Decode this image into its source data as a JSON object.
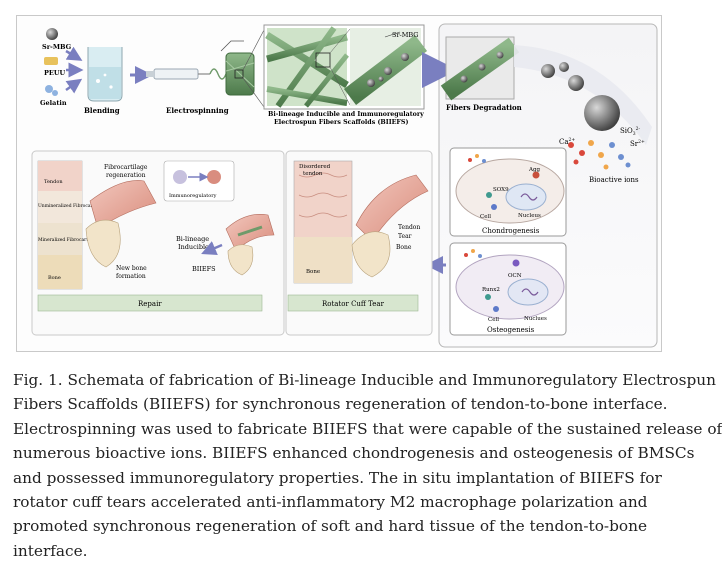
{
  "figure": {
    "inputs": [
      "Sr-MBG",
      "PEUU",
      "Gelatin"
    ],
    "steps": {
      "blending": "Blending",
      "electrospinning": "Electrospinning",
      "scaffold_line1": "Bi-lineage Inducible and Immunoregulatory",
      "scaffold_line2": "Electrospun Fibers Scaffolds (BIIEFS)",
      "inset_label": "Sr-MBG",
      "degradation": "Fibers Degradation"
    },
    "ions": {
      "ca": "Ca",
      "ca_sup": "2+",
      "sio": "SiO",
      "sio_sub": "3",
      "sio_sup": "2-",
      "sr": "Sr",
      "sr_sup": "2+",
      "label": "Bioactive ions"
    },
    "chondro": {
      "agg": "Agg",
      "sox9": "SOX9",
      "cell": "Cell",
      "nucleus": "Nucleus",
      "title": "Chondrogenesis"
    },
    "osteo": {
      "ocn": "OCN",
      "runx2": "Runx2",
      "cell": "Cell",
      "nucleus": "Nuclues",
      "title": "Osteogenesis"
    },
    "repair": {
      "layers": [
        "Tendon",
        "Unmineralized Fibrocartilage",
        "Mineralized Fibrocartilage",
        "Bone"
      ],
      "fibro_line1": "Fibrocartilage",
      "fibro_line2": "regeneration",
      "immuno": "Immunoregulatory",
      "bilineage_line1": "Bi-lineage",
      "bilineage_line2": "Inducible",
      "newbone_line1": "New bone",
      "newbone_line2": "formation",
      "biiefs": "BIIEFS",
      "title": "Repair"
    },
    "injury": {
      "disordered_line1": "Disordered",
      "disordered_line2": "tendon",
      "bone": "Bone",
      "tendon": "Tendon",
      "tear": "Tear",
      "bone2": "Bone",
      "title": "Rotator Cuff Tear"
    }
  },
  "caption": [
    "Fig. 1. Schemata of fabrication of Bi-lineage Inducible and Immunoregulatory Electrospun",
    "Fibers Scaffolds (BIIEFS) for synchronous regeneration of tendon-to-bone interface.",
    "Electrospinning was used to fabricate BIIEFS that were capable of the sustained release of",
    "numerous bioactive ions. BIIEFS enhanced chondrogenesis and osteogenesis of BMSCs",
    "and possessed immunoregulatory properties. The in situ implantation of BIIEFS for",
    "rotator cuff tears accelerated anti-inflammatory M2 macrophage polarization and",
    "promoted synchronous regeneration of soft and hard tissue of the tendon-to-bone",
    "interface."
  ],
  "colors": {
    "panel_border": "#b7b7b7",
    "arrow": "#7a7fc0",
    "fiber_green": "#6f9a6a",
    "tissue_pink": "#e3a497",
    "ion_ca": "#d9483b",
    "ion_sio": "#f0a64a",
    "ion_sr": "#6d8fd0",
    "banner_green": "#d7e6cf"
  }
}
